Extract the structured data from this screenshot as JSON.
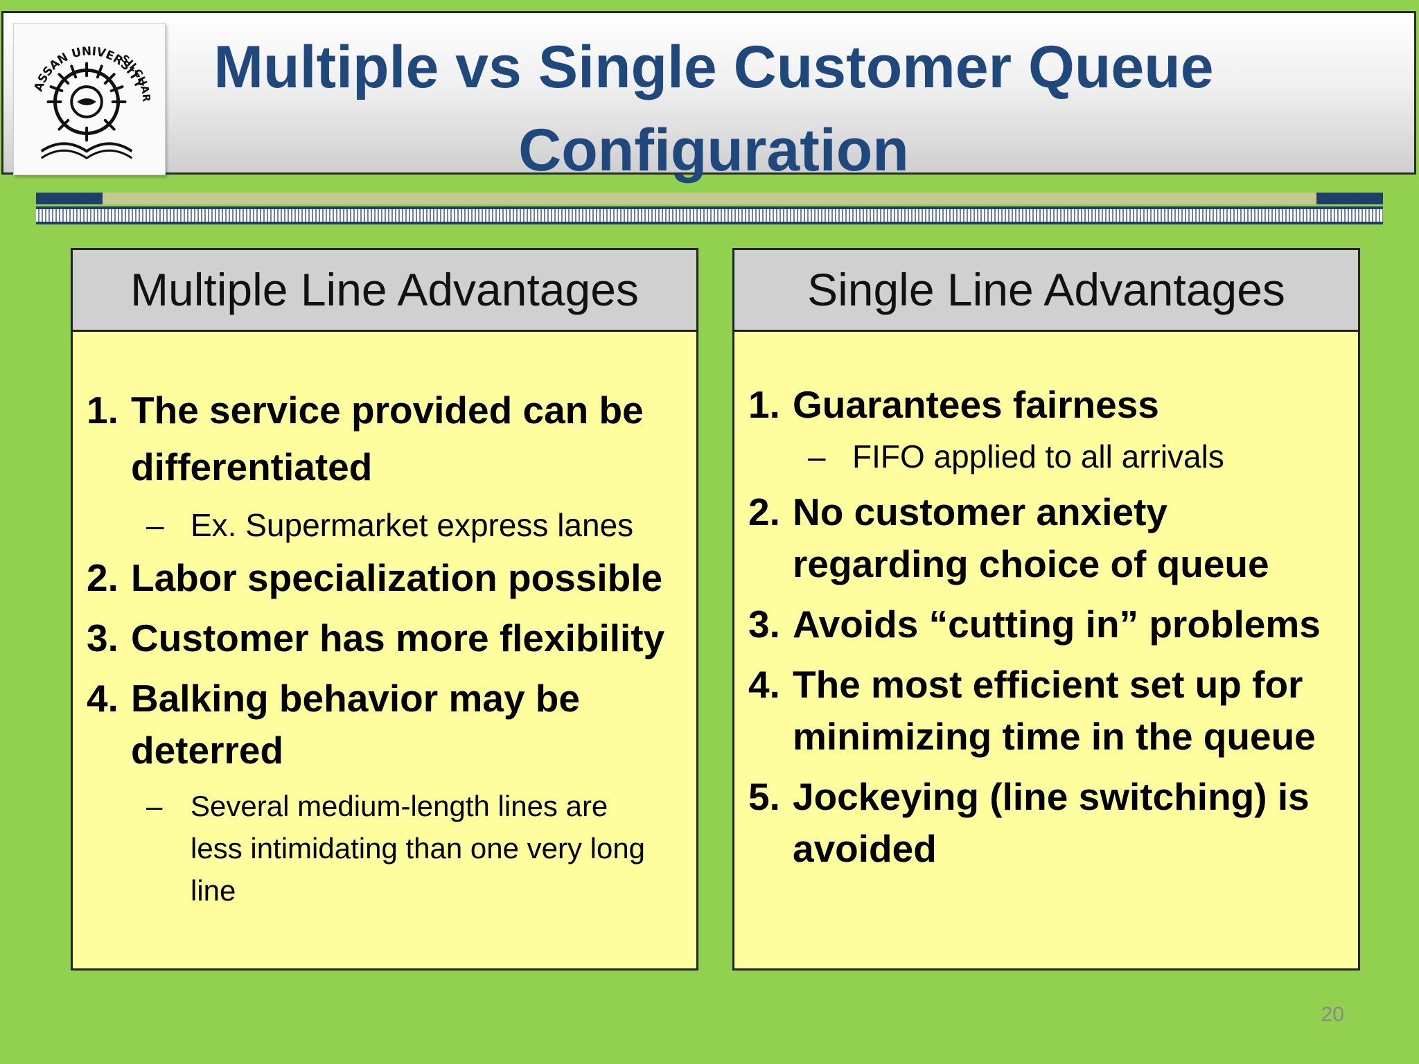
{
  "slide": {
    "title_line1": "Multiple vs Single Customer Queue",
    "title_line2": "Configuration",
    "page_number": "20",
    "logo": {
      "icon": "university-seal-icon",
      "text_top": "ASSAN UNIVERSITY",
      "text_side": "SILCHAR"
    }
  },
  "left_panel": {
    "heading": "Multiple Line Advantages",
    "items": [
      {
        "num": "1.",
        "text": "The service provided can be differentiated",
        "sub": "Ex. Supermarket express lanes"
      },
      {
        "num": "2.",
        "text": "Labor specialization possible"
      },
      {
        "num": "3.",
        "text": "Customer has more flexibility"
      },
      {
        "num": "4.",
        "text": "Balking behavior may be deterred",
        "sub": "Several medium-length lines are less intimidating than one very long line"
      }
    ]
  },
  "right_panel": {
    "heading": "Single Line Advantages",
    "items": [
      {
        "num": "1.",
        "text": "Guarantees fairness",
        "sub": "FIFO applied to all arrivals"
      },
      {
        "num": "2.",
        "text": "No customer anxiety regarding choice of queue"
      },
      {
        "num": "3.",
        "text": "Avoids “cutting in” problems"
      },
      {
        "num": "4.",
        "text": "The most efficient set up for minimizing time in the queue"
      },
      {
        "num": "5.",
        "text": "Jockeying (line switching) is avoided"
      }
    ]
  },
  "colors": {
    "background": "#92d050",
    "title": "#1f497d",
    "panel_body": "#fefe9f",
    "panel_head": "#d0d0d0",
    "stripe_blue": "#1f3f6b"
  }
}
